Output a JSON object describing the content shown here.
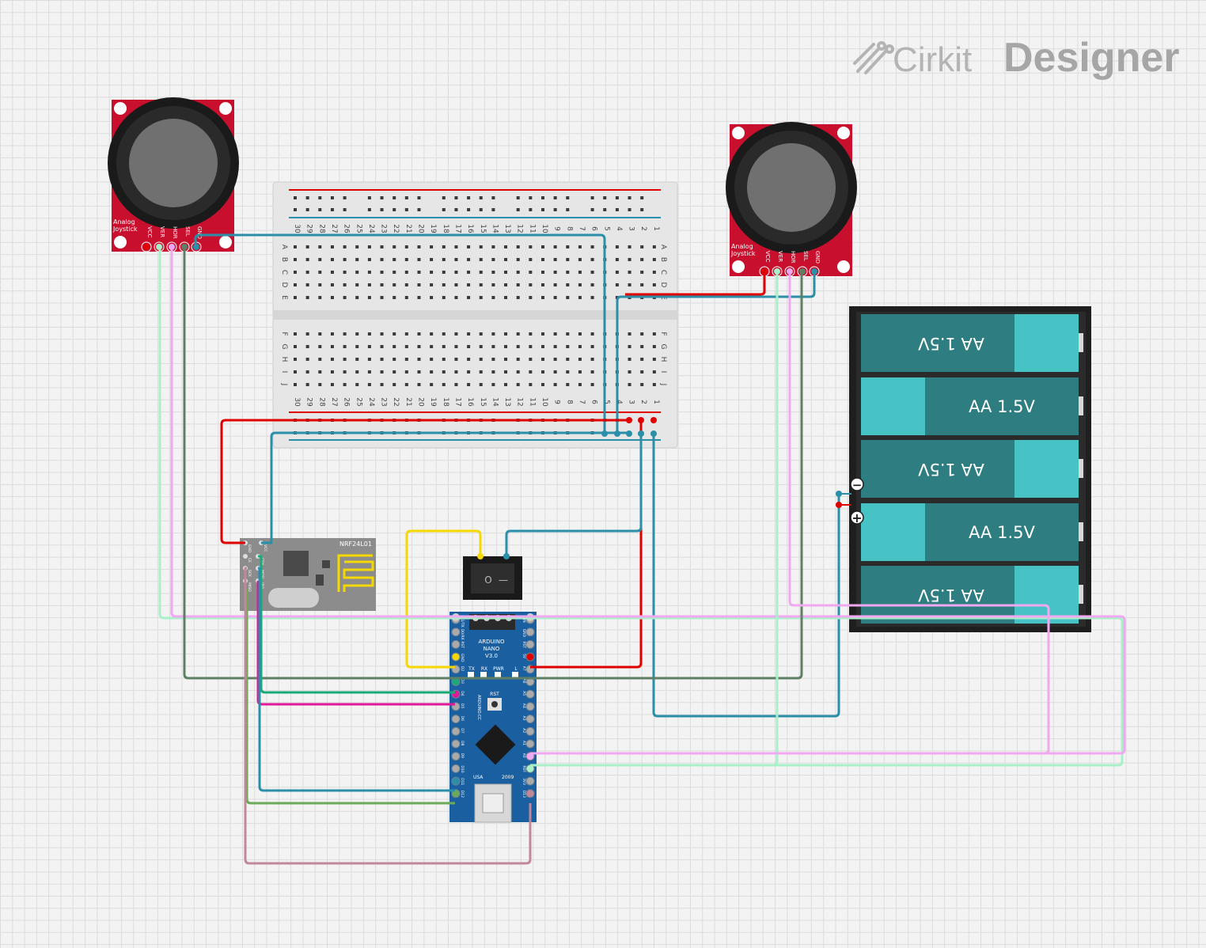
{
  "branding": {
    "name_light": "Cirkit",
    "name_bold": "Designer"
  },
  "joystick_left": {
    "label_line1": "Analog",
    "label_line2": "Joystick",
    "pins": [
      "VCC",
      "VER",
      "HOR",
      "SEL",
      "GND"
    ]
  },
  "joystick_right": {
    "label_line1": "Analog",
    "label_line2": "Joystick",
    "pins": [
      "VCC",
      "VER",
      "HOR",
      "SEL",
      "GND"
    ]
  },
  "breadboard": {
    "column_numbers": [
      "30",
      "29",
      "28",
      "27",
      "26",
      "25",
      "24",
      "23",
      "22",
      "21",
      "20",
      "19",
      "18",
      "17",
      "16",
      "15",
      "14",
      "13",
      "12",
      "11",
      "10",
      "9",
      "8",
      "7",
      "6",
      "5",
      "4",
      "3",
      "2",
      "1"
    ],
    "rows_top": [
      "A",
      "B",
      "C",
      "D",
      "E"
    ],
    "rows_bottom": [
      "F",
      "G",
      "H",
      "I",
      "J"
    ]
  },
  "battery_pack": {
    "cells": [
      {
        "label": "AA 1.5V",
        "flipped": true
      },
      {
        "label": "AA 1.5V",
        "flipped": false
      },
      {
        "label": "AA 1.5V",
        "flipped": true
      },
      {
        "label": "AA 1.5V",
        "flipped": false
      },
      {
        "label": "AA 1.5V",
        "flipped": true
      }
    ],
    "minus_symbol": "−",
    "plus_symbol": "+"
  },
  "nrf_module": {
    "label": "NRF24L01",
    "pins": [
      "GND",
      "VCC",
      "CE",
      "CSN",
      "SCK",
      "MOSI",
      "MISO",
      "IRQ"
    ]
  },
  "switch": {
    "off_symbol": "O",
    "on_symbol": "—"
  },
  "arduino": {
    "title_line1": "ARDUINO",
    "title_line2": "NANO",
    "title_line3": "V3.0",
    "leds": [
      "TX",
      "RX",
      "PWR",
      "L"
    ],
    "reset_label": "RST",
    "maker_label": "ARDUINO.CC",
    "country_label": "USA",
    "year_label": "2009",
    "left_pins": [
      "D1/TX",
      "D0/RX",
      "RST",
      "GND",
      "D2",
      "D3",
      "D4",
      "D5",
      "D6",
      "D7",
      "D8",
      "D9",
      "D10",
      "D11",
      "D12"
    ],
    "right_pins": [
      "VIN",
      "GND",
      "RST",
      "5V",
      "A7",
      "A6",
      "A5",
      "A4",
      "A3",
      "A2",
      "A1",
      "A0",
      "REF",
      "3V3",
      "D13"
    ]
  },
  "colors": {
    "red_wire": "#e00000",
    "blue_wire": "#2a8fa8",
    "mint_wire": "#a8f0c8",
    "pink_wire": "#f0a8f0",
    "dark_green_wire": "#5f7f65",
    "green_wire": "#1aaa78",
    "magenta_wire": "#e0189a",
    "yellow_wire": "#f5d800",
    "olive_green_wire": "#6aaa58",
    "mauve_wire": "#c08898",
    "joystick_board": "#c8102e",
    "arduino_board": "#1a5fa0",
    "battery_teal": "#2e7d80",
    "battery_cyan": "#47c2c5"
  }
}
